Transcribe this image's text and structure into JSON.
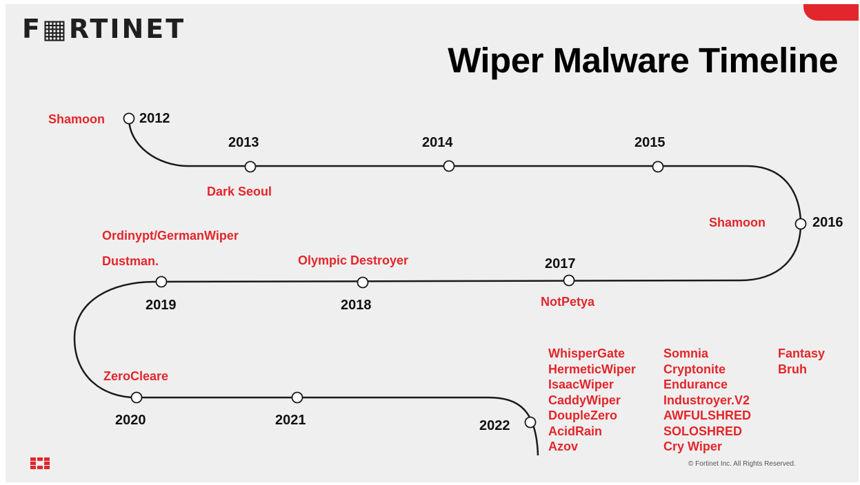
{
  "logo": {
    "text": "F▦RTINET"
  },
  "title": "Wiper Malware Timeline",
  "colors": {
    "accent": "#e3262b",
    "line": "#1a1a1a",
    "background": "#efefef"
  },
  "years": {
    "y2012": "2012",
    "y2013": "2013",
    "y2014": "2014",
    "y2015": "2015",
    "y2016": "2016",
    "y2017": "2017",
    "y2018": "2018",
    "y2019": "2019",
    "y2020": "2020",
    "y2021": "2021",
    "y2022": "2022"
  },
  "malware": {
    "shamoon_2012": "Shamoon",
    "dark_seoul": "Dark Seoul",
    "shamoon_2016": "Shamoon",
    "notpetya": "NotPetya",
    "olympic_destroyer": "Olympic Destroyer",
    "ordinypt": "Ordinypt/GermanWiper",
    "dustman": "Dustman.",
    "zerocleare": "ZeroCleare"
  },
  "list_2022": {
    "col1": [
      "WhisperGate",
      "HermeticWiper",
      "IsaacWiper",
      "CaddyWiper",
      "DoupleZero",
      "AcidRain",
      "Azov"
    ],
    "col2": [
      "Somnia",
      "Cryptonite",
      "Endurance",
      "Industroyer.V2",
      "AWFULSHRED",
      "SOLOSHRED",
      "Cry Wiper"
    ],
    "col3": [
      "Fantasy",
      "Bruh"
    ]
  },
  "copyright": "© Fortinet Inc. All Rights Reserved."
}
